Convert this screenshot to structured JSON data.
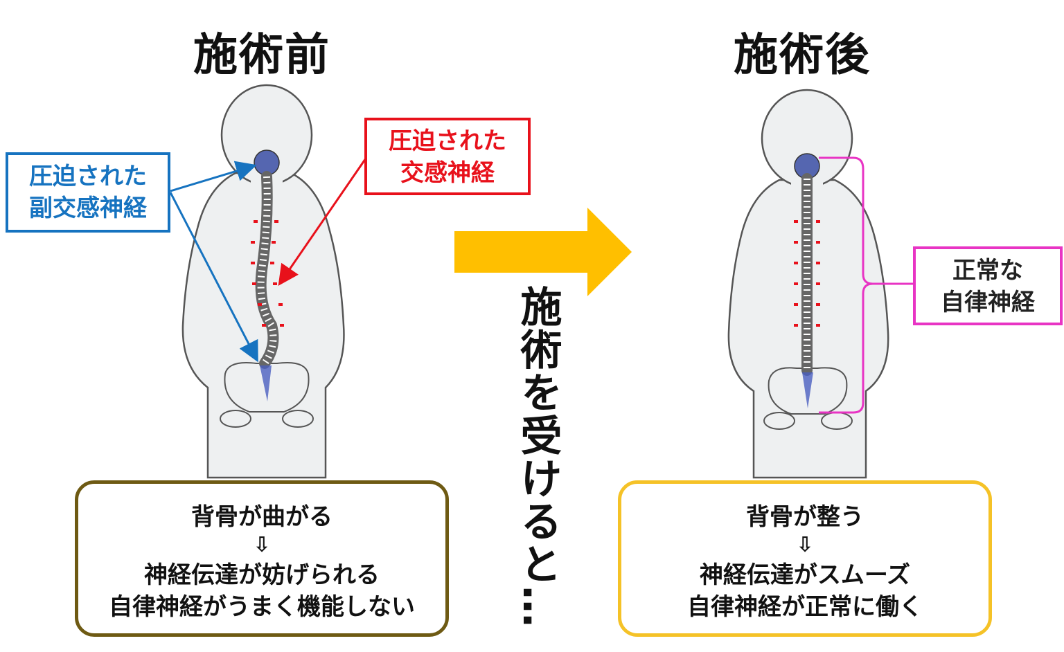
{
  "titles": {
    "before": "施術前",
    "after": "施術後"
  },
  "labels": {
    "para_line1": "圧迫された",
    "para_line2": "副交感神経",
    "symp_line1": "圧迫された",
    "symp_line2": "交感神経",
    "normal_line1": "正常な",
    "normal_line2": "自律神経"
  },
  "transition": "施術を受けると…",
  "before_box": {
    "line1": "背骨が曲がる",
    "arrow": "⇩",
    "line2": "神経伝達が妨げられる",
    "line3": "自律神経がうまく機能しない"
  },
  "after_box": {
    "line1": "背骨が整う",
    "arrow": "⇩",
    "line2": "神経伝達がスムーズ",
    "line3": "自律神経が正常に働く"
  },
  "colors": {
    "parasympathetic": "#1673c0",
    "sympathetic": "#e8111b",
    "normal": "#e834c4",
    "arrow": "#ffbf00",
    "before_border": "#6e5a13",
    "after_border": "#f5c227"
  }
}
